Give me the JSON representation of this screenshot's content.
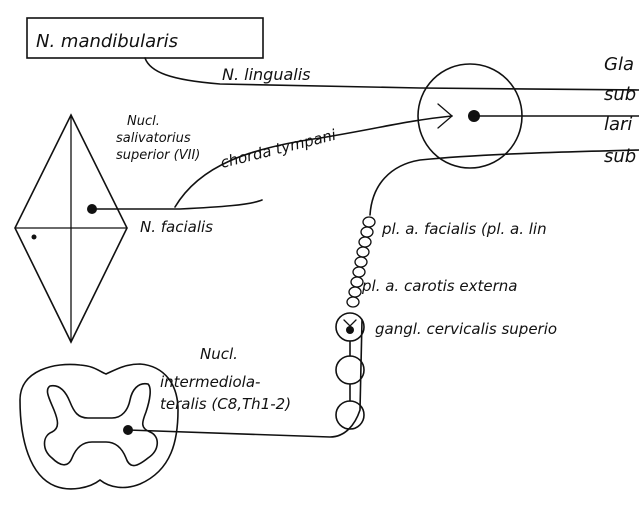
{
  "box_label": "N. mandibularis",
  "labels": {
    "n_lingualis": "N. lingualis",
    "gland_line1": "Gla",
    "gland_line2": "sub",
    "gland_line3": "lari",
    "gland_line4": "sub",
    "nucl_sal_1": "Nucl.",
    "nucl_sal_2": "salivatorius",
    "nucl_sal_3": "superior (VII)",
    "chorda": "chorda tympani",
    "n_facialis": "N. facialis",
    "pl_facialis": "pl. a. facialis (pl. a. lin",
    "pl_carotis": "pl. a. carotis externa",
    "gangl": "gangl. cervicalis superio",
    "nucl_int_1": "Nucl.",
    "nucl_int_2": "intermediola-",
    "nucl_int_3": "teralis (C8,Th1-2)"
  }
}
